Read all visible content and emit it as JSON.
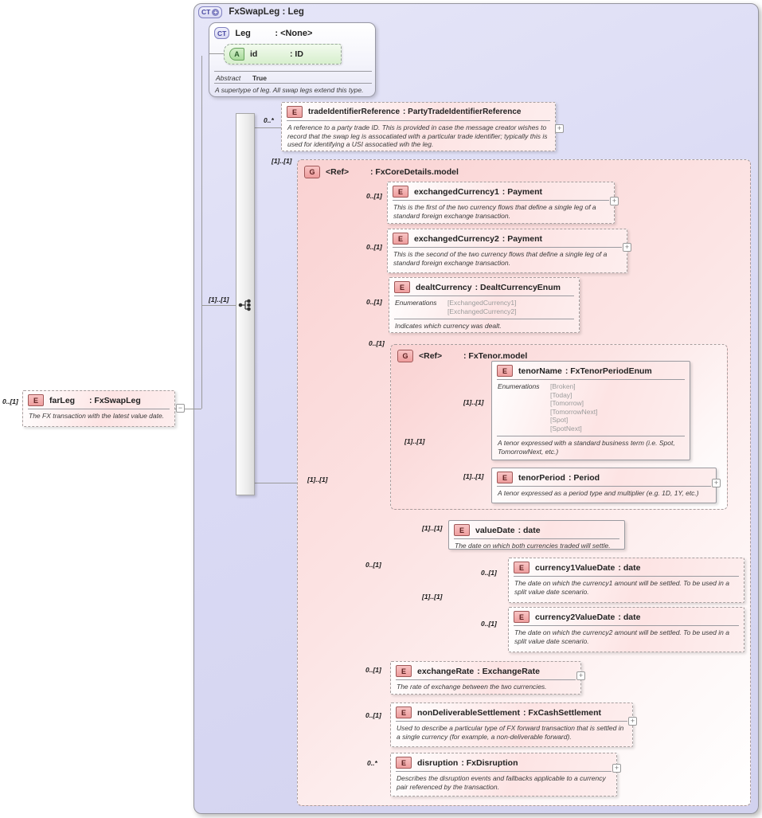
{
  "labels": {
    "enumerations": "Enumerations",
    "abstract": "Abstract"
  },
  "icons": {
    "expand": "+",
    "collapse": "−"
  },
  "root": {
    "badge": "CT",
    "plus": "+",
    "title": "FxSwapLeg : Leg",
    "content_cardinality": "[1]..[1]"
  },
  "base_type": {
    "badge": "CT",
    "name": "Leg",
    "type_label": ": <None>",
    "abstract_value": "True",
    "description": "A supertype of leg. All swap legs extend this type.",
    "attribute": {
      "badge": "A",
      "name": "id",
      "type_label": ": ID"
    }
  },
  "context": {
    "badge": "E",
    "name": "farLeg",
    "type_label": ": FxSwapLeg",
    "cardinality": "0..[1]",
    "description": "The FX transaction with the latest value date."
  },
  "groups": {
    "fxCoreDetails": {
      "badge": "G",
      "name": "<Ref>",
      "type_label": ": FxCoreDetails.model",
      "cardinality": "[1]..[1]",
      "content_cardinality": "[1]..[1]"
    },
    "fxTenor": {
      "badge": "G",
      "name": "<Ref>",
      "type_label": ": FxTenor.model",
      "cardinality": "0..[1]",
      "content_cardinality": "[1]..[1]"
    },
    "valueDateChoice": {
      "cardinality": "0..[1]"
    },
    "splitDateSequence": {
      "cardinality": "[1]..[1]"
    }
  },
  "elements": {
    "tradeIdentifierReference": {
      "badge": "E",
      "name": "tradeIdentifierReference",
      "type_label": ": PartyTradeIdentifierReference",
      "cardinality": "0..*",
      "description": "A reference to a party trade ID. This is provided in case the message creator wishes to record that the swap leg is assocatiated with a particular trade identifier; typically this is used for identifying a USI assocatied wih the leg."
    },
    "exchangedCurrency1": {
      "badge": "E",
      "name": "exchangedCurrency1",
      "type_label": ": Payment",
      "cardinality": "0..[1]",
      "description": "This is the first of the two currency flows that define a single leg of a standard foreign exchange transaction."
    },
    "exchangedCurrency2": {
      "badge": "E",
      "name": "exchangedCurrency2",
      "type_label": ": Payment",
      "cardinality": "0..[1]",
      "description": "This is the second of the two currency flows that define a single leg of a standard foreign exchange transaction."
    },
    "dealtCurrency": {
      "badge": "E",
      "name": "dealtCurrency",
      "type_label": ": DealtCurrencyEnum",
      "cardinality": "0..[1]",
      "enumerations": [
        "[ExchangedCurrency1]",
        "[ExchangedCurrency2]"
      ],
      "description": "Indicates which currency was dealt."
    },
    "tenorName": {
      "badge": "E",
      "name": "tenorName",
      "type_label": ": FxTenorPeriodEnum",
      "cardinality": "[1]..[1]",
      "enumerations": [
        "[Broken]",
        "[Today]",
        "[Tomorrow]",
        "[TomorrowNext]",
        "[Spot]",
        "[SpotNext]"
      ],
      "description": "A tenor expressed with a standard business term (i.e. Spot, TomorrowNext, etc.)"
    },
    "tenorPeriod": {
      "badge": "E",
      "name": "tenorPeriod",
      "type_label": ": Period",
      "cardinality": "[1]..[1]",
      "description": "A tenor expressed as a period type and multiplier (e.g. 1D, 1Y, etc.)"
    },
    "valueDate": {
      "badge": "E",
      "name": "valueDate",
      "type_label": ": date",
      "cardinality": "[1]..[1]",
      "description": "The date on which both currencies traded will settle."
    },
    "currency1ValueDate": {
      "badge": "E",
      "name": "currency1ValueDate",
      "type_label": ": date",
      "cardinality": "0..[1]",
      "description": "The date on which the currency1 amount will be settled. To be used in a split value date scenario."
    },
    "currency2ValueDate": {
      "badge": "E",
      "name": "currency2ValueDate",
      "type_label": ": date",
      "cardinality": "0..[1]",
      "description": "The date on which the currency2 amount will be settled. To be used in a split value date scenario."
    },
    "exchangeRate": {
      "badge": "E",
      "name": "exchangeRate",
      "type_label": ": ExchangeRate",
      "cardinality": "0..[1]",
      "description": "The rate of exchange between the two currencies."
    },
    "nonDeliverableSettlement": {
      "badge": "E",
      "name": "nonDeliverableSettlement",
      "type_label": ": FxCashSettlement",
      "cardinality": "0..[1]",
      "description": "Used to describe a particular type of FX forward transaction that is settled in a single currency (for example, a non-deliverable forward)."
    },
    "disruption": {
      "badge": "E",
      "name": "disruption",
      "type_label": ": FxDisruption",
      "cardinality": "0..*",
      "description": "Describes the disruption events and fallbacks applicable to a currency pair referenced by the transaction."
    }
  }
}
